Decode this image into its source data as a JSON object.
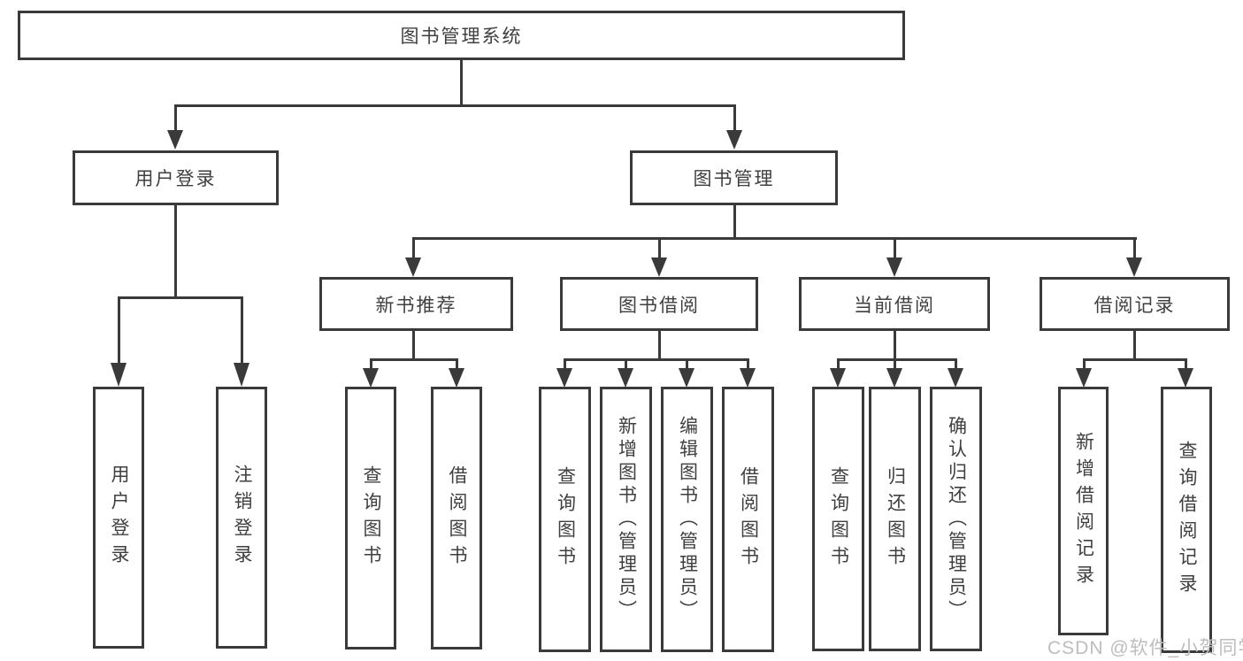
{
  "watermark": "CSDN @软件_小贺同学",
  "colors": {
    "line": "#3a3a3a",
    "text": "#3f3f3f",
    "background": "#ffffff",
    "watermark": "#bdbdbd"
  },
  "tree": {
    "label": "图书管理系统",
    "children": [
      {
        "label": "用户登录",
        "children": [
          {
            "label": "用户登录"
          },
          {
            "label": "注销登录"
          }
        ]
      },
      {
        "label": "图书管理",
        "children": [
          {
            "label": "新书推荐",
            "children": [
              {
                "label": "查询图书"
              },
              {
                "label": "借阅图书"
              }
            ]
          },
          {
            "label": "图书借阅",
            "children": [
              {
                "label": "查询图书"
              },
              {
                "label": "新增图书（管理员）"
              },
              {
                "label": "编辑图书（管理员）"
              },
              {
                "label": "借阅图书"
              }
            ]
          },
          {
            "label": "当前借阅",
            "children": [
              {
                "label": "查询图书"
              },
              {
                "label": "归还图书"
              },
              {
                "label": "确认归还（管理员）"
              }
            ]
          },
          {
            "label": "借阅记录",
            "children": [
              {
                "label": "新增借阅记录"
              },
              {
                "label": "查询借阅记录"
              }
            ]
          }
        ]
      }
    ]
  }
}
